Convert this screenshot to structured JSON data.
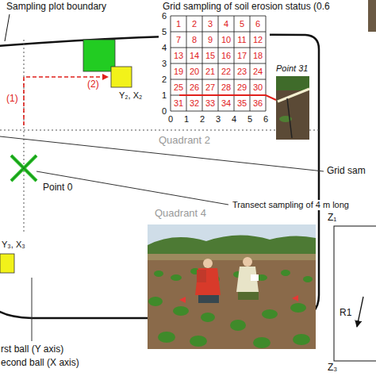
{
  "diagram": {
    "labels": [
      "Sampling plot boundary",
      "Grid sampling of soil erosion status (0.6",
      "6",
      "5",
      "4",
      "3",
      "2",
      "1",
      "0",
      "0",
      "1",
      "2",
      "3",
      "4",
      "5",
      "6",
      "1",
      "2",
      "3",
      "4",
      "5",
      "6",
      "7",
      "8",
      "9",
      "10",
      "11",
      "12",
      "13",
      "14",
      "15",
      "16",
      "17",
      "18",
      "19",
      "20",
      "21",
      "22",
      "23",
      "24",
      "25",
      "26",
      "27",
      "28",
      "29",
      "30",
      "31",
      "32",
      "33",
      "34",
      "35",
      "36",
      "Point 31",
      "(1)",
      "(2)",
      "Y₂, X₂",
      "Quadrant 2",
      "Point 0",
      "Grid sam",
      "Transect sampling of 4 m long",
      "Quadrant 4",
      "Y₃, X₃",
      "Z₁",
      "R1",
      "Z₃",
      "rst ball (Y axis)",
      "econd ball (X axis)"
    ]
  }
}
